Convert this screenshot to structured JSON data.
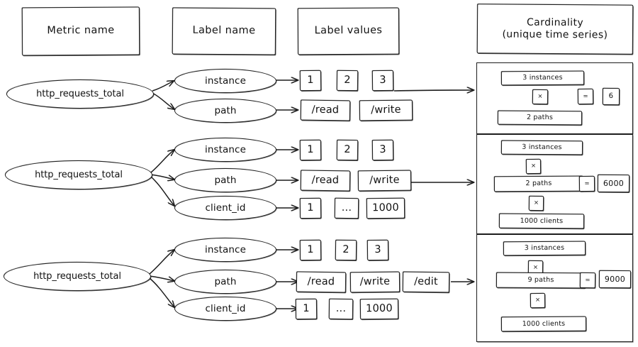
{
  "diagram": {
    "title": "Prometheus metric label cardinality explainer",
    "headers": [
      {
        "id": "metric-name",
        "label": "Metric name"
      },
      {
        "id": "label-name",
        "label": "Label name"
      },
      {
        "id": "label-values",
        "label": "Label values"
      },
      {
        "id": "cardinality",
        "label": "Cardinality\n(unique time series)"
      }
    ],
    "rows": [
      {
        "id": "row-1",
        "metric": "http_requests_total",
        "labels": [
          {
            "name": "instance",
            "values": [
              "1",
              "2",
              "3"
            ]
          },
          {
            "name": "path",
            "values": [
              "/read",
              "/write"
            ]
          }
        ],
        "cardinality": {
          "factors": [
            "3 instances",
            "2 paths"
          ],
          "multiply_symbol": "×",
          "equals_symbol": "=",
          "result": "6"
        }
      },
      {
        "id": "row-2",
        "metric": "http_requests_total",
        "labels": [
          {
            "name": "instance",
            "values": [
              "1",
              "2",
              "3"
            ]
          },
          {
            "name": "path",
            "values": [
              "/read",
              "/write"
            ]
          },
          {
            "name": "client_id",
            "values": [
              "1",
              "...",
              "1000"
            ]
          }
        ],
        "cardinality": {
          "factors": [
            "3 instances",
            "2 paths",
            "1000 clients"
          ],
          "multiply_symbol": "×",
          "equals_symbol": "=",
          "result": "6000"
        }
      },
      {
        "id": "row-3",
        "metric": "http_requests_total",
        "labels": [
          {
            "name": "instance",
            "values": [
              "1",
              "2",
              "3"
            ]
          },
          {
            "name": "path",
            "values": [
              "/read",
              "/write",
              "/edit"
            ]
          },
          {
            "name": "client_id",
            "values": [
              "1",
              "...",
              "1000"
            ]
          }
        ],
        "cardinality": {
          "factors": [
            "3 instances",
            "9 paths",
            "1000 clients"
          ],
          "multiply_symbol": "×",
          "equals_symbol": "=",
          "result": "9000"
        }
      }
    ],
    "colors": {
      "stroke": "#1d1d1d",
      "background": "#ffffff",
      "text": "#111111"
    }
  }
}
